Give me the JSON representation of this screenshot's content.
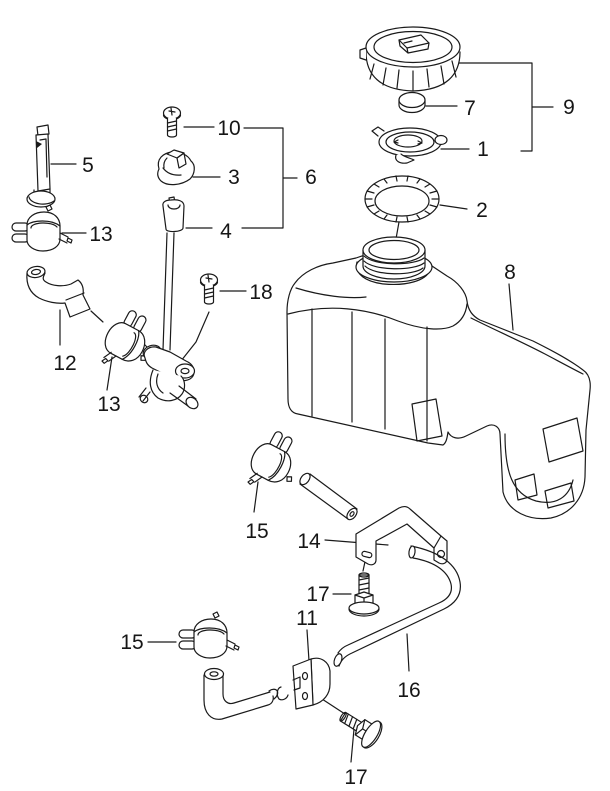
{
  "colors": {
    "background": "#ffffff",
    "line": "#1a1a1a",
    "text": "#161616"
  },
  "callouts": {
    "c10": "10",
    "c5": "5",
    "c3": "3",
    "c6": "6",
    "c13a": "13",
    "c4": "4",
    "c18": "18",
    "c7": "7",
    "c9": "9",
    "c1": "1",
    "c2": "2",
    "c8": "8",
    "c12": "12",
    "c13b": "13",
    "c15a": "15",
    "c14": "14",
    "c17a": "17",
    "c11": "11",
    "c15b": "15",
    "c16": "16",
    "c17b": "17"
  }
}
